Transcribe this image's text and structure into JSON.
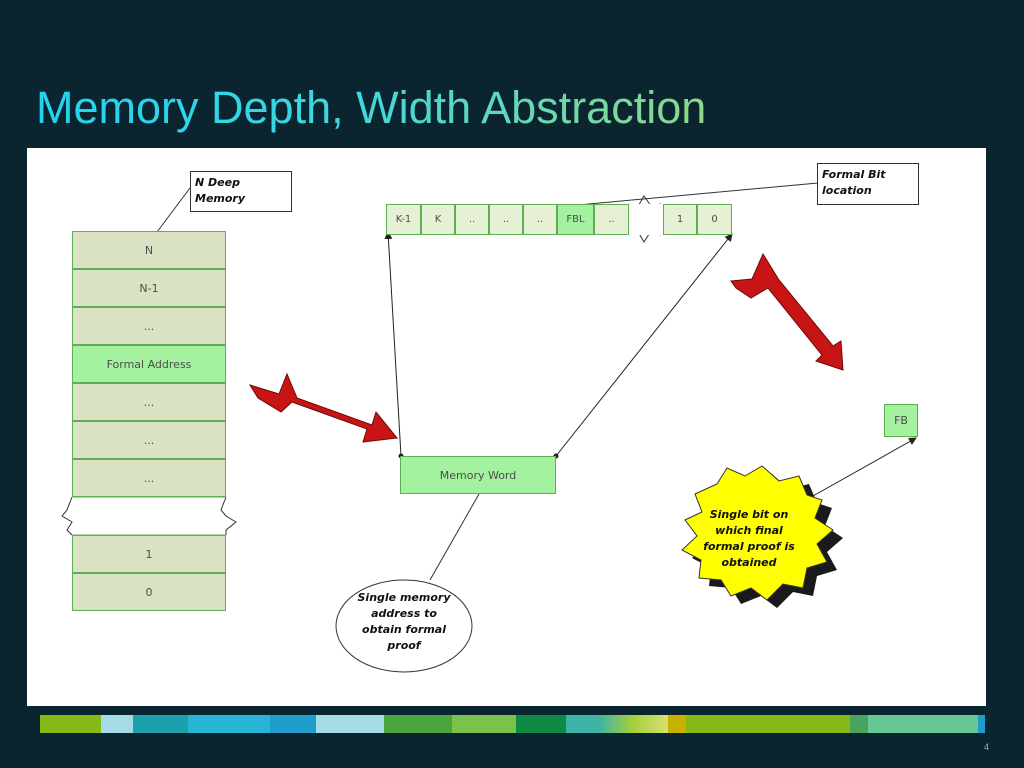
{
  "slide": {
    "title": "Memory Depth, Width Abstraction",
    "page_number": "4"
  },
  "memory_column": {
    "label": "N Deep\nMemory",
    "cells": [
      "N",
      "N-1",
      "...",
      "Formal Address",
      "...",
      "...",
      "...",
      "",
      "1",
      "0"
    ]
  },
  "memory_word": {
    "label": "Memory Word",
    "bits": [
      "K-1",
      "K",
      "..",
      "..",
      "..",
      "FBL",
      "..",
      "",
      "1",
      "0"
    ]
  },
  "formal_bit_label": "Formal Bit\nlocation",
  "formal_bit_box": "FB",
  "callouts": {
    "single_address": "Single memory\naddress to\nobtain formal\nproof",
    "single_bit": "Single bit on\nwhich final\nformal proof is\nobtained"
  },
  "colors": {
    "background": "#0b2530",
    "cell_fill": "#d9e3c3",
    "highlight_fill": "#a4f2a0",
    "cell_border": "#5eae53",
    "arrow_red": "#c81414",
    "starburst": "#ffff00"
  },
  "color_bar": [
    "#86b816",
    "#a6dce6",
    "#1e9fae",
    "#28b4d4",
    "#1e9ccb",
    "#a6dce6",
    "#4aa43c",
    "#7bc24a",
    "#0e8a44",
    "#3db3a8",
    "#a6cf3c",
    "#c8b000",
    "#86b816",
    "#86b816",
    "#4aa460",
    "#67c896",
    "#1e9ccb"
  ]
}
